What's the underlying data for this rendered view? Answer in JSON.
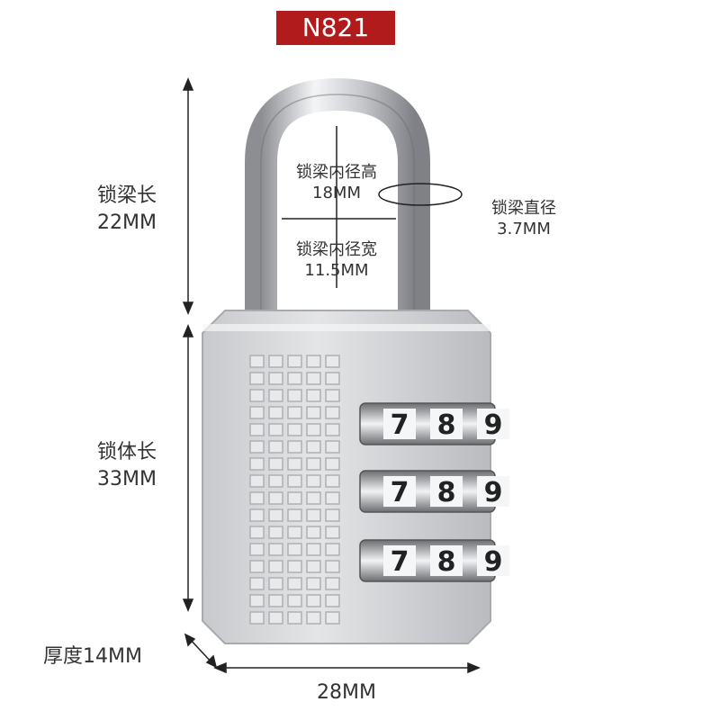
{
  "model_badge": "N821",
  "dimensions": {
    "shackle_length": {
      "label": "锁梁长",
      "value": "22MM"
    },
    "body_length": {
      "label": "锁体长",
      "value": "33MM"
    },
    "thickness": {
      "label": "厚度",
      "value": "14MM"
    },
    "width": {
      "value": "28MM"
    },
    "inner_height": {
      "label": "锁梁内径高",
      "value": "18MM"
    },
    "inner_width": {
      "label": "锁梁内径宽",
      "value": "11.5MM"
    },
    "shackle_diameter": {
      "label": "锁梁直径",
      "value": "3.7MM"
    }
  },
  "dials": [
    {
      "digits": [
        "7",
        "8",
        "9"
      ]
    },
    {
      "digits": [
        "7",
        "8",
        "9"
      ]
    },
    {
      "digits": [
        "7",
        "8",
        "9"
      ]
    }
  ],
  "colors": {
    "badge": "#b11b1b",
    "metal": "#d9dadd"
  }
}
